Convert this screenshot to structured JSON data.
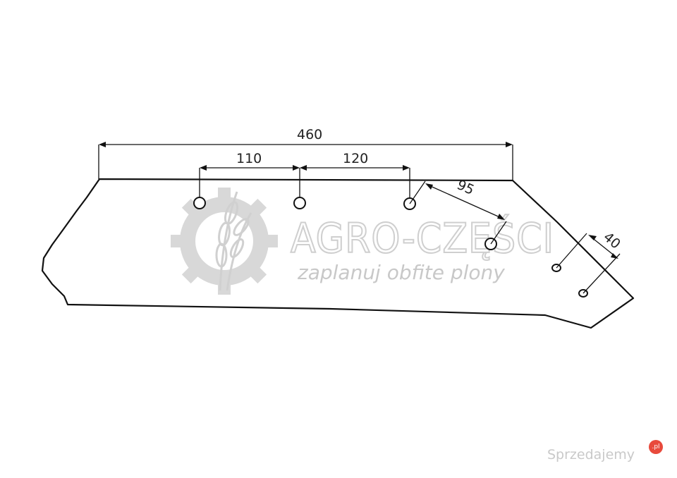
{
  "watermark": {
    "title": "AGRO-CZĘŚCI",
    "slogan": "zaplanuj obfite plony",
    "logo_icon": "gear-wheat-icon",
    "color": "#cfcfcf"
  },
  "dimensions": {
    "overall_length": "460",
    "hole_spacing_1": "110",
    "hole_spacing_2": "120",
    "diagonal_spacing_1": "95",
    "diagonal_spacing_2": "40"
  },
  "site_mark": {
    "name": "Sprzedajemy",
    "badge": ".pl",
    "accent": "#e84a3c"
  }
}
